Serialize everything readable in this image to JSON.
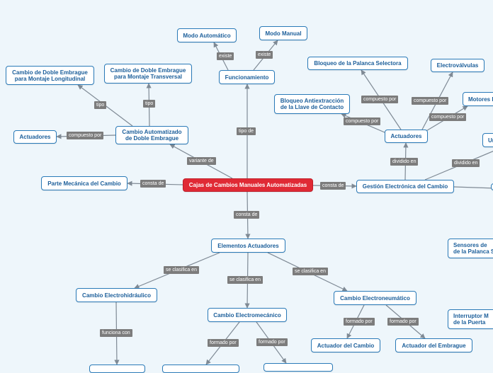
{
  "colors": {
    "background": "#eef6fb",
    "node_border": "#2a7ab8",
    "node_text": "#1b5e9a",
    "root_fill": "#e02a35",
    "edge": "#7f8a95",
    "label_fill": "#7c7c7c"
  },
  "nodes": {
    "root": "Cajas de Cambios Manuales Automatizadas",
    "funcionamiento": "Funcionamiento",
    "modo_automatico": "Modo Automático",
    "modo_manual": "Modo Manual",
    "parte_mecanica": "Parte Mecánica del Cambio",
    "cambio_automatizado": "Cambio Automatizado\nde Doble Embrague",
    "doble_longitudinal": "Cambio de Doble Embrague\npara Montaje Longitudinal",
    "doble_transversal": "Cambio de Doble Embrague\npara Montaje Transversal",
    "actuadores_izq": "Actuadores",
    "gestion_electronica": "Gestión Electrónica del Cambio",
    "actuadores_der": "Actuadores",
    "bloqueo_palanca": "Bloqueo de la Palanca Selectora",
    "electrovalvulas": "Electroválvulas",
    "bloqueo_llave": "Bloqueo Antiextracción\nde la Llave de Contacto",
    "motores": "Motores E",
    "unidad": "Un",
    "sensores": "Sensores de\nde la Palanca S",
    "interruptor": "Interruptor M\nde la Puerta",
    "elementos_actuadores": "Elementos Actuadores",
    "electrohidraulico": "Cambio Electrohidráulico",
    "electromecanico": "Cambio Electromecánico",
    "electroneumatico": "Cambio Electroneumático",
    "actuador_cambio": "Actuador del Cambio",
    "actuador_embrague": "Actuador del Embrague",
    "stub_a": "",
    "stub_b": "",
    "stub_c": ""
  },
  "edge_labels": {
    "existe_1": "existe",
    "existe_2": "existe",
    "tipo_de": "tipo de",
    "variante_de": "variante de",
    "consta_de_izq": "consta de",
    "consta_de_der": "consta de",
    "consta_de_abajo": "consta de",
    "tipo_1": "tipo",
    "tipo_2": "tipo",
    "compuesto_por_izq": "compuesto por",
    "compuesto_por_1": "compuesto por",
    "compuesto_por_2": "compuesto por",
    "compuesto_por_3": "compuesto por",
    "compuesto_por_4": "compuesto por",
    "dividido_en_1": "dividido en",
    "dividido_en_2": "dividido en",
    "se_clasifica_1": "se clasifica en",
    "se_clasifica_2": "se clasifica en",
    "se_clasifica_3": "se clasifica en",
    "funciona_con": "funciona con",
    "formado_por_1": "formado por",
    "formado_por_2": "formado por",
    "formado_por_3": "formado por",
    "formado_por_4": "formado por"
  }
}
